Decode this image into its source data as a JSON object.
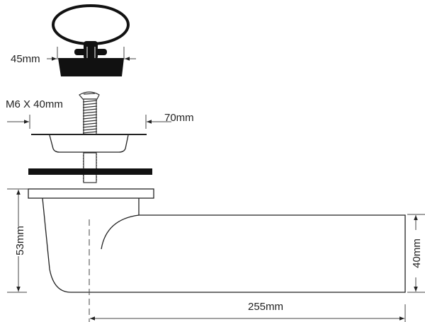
{
  "diagram": {
    "plug_width_label": "45mm",
    "screw_label": "M6 X 40mm",
    "flange_width_label": "70mm",
    "depth_label": "53mm",
    "outlet_height_label": "40mm",
    "outlet_length_label": "255mm"
  },
  "colors": {
    "line": "#222222",
    "fill": "#111111"
  }
}
